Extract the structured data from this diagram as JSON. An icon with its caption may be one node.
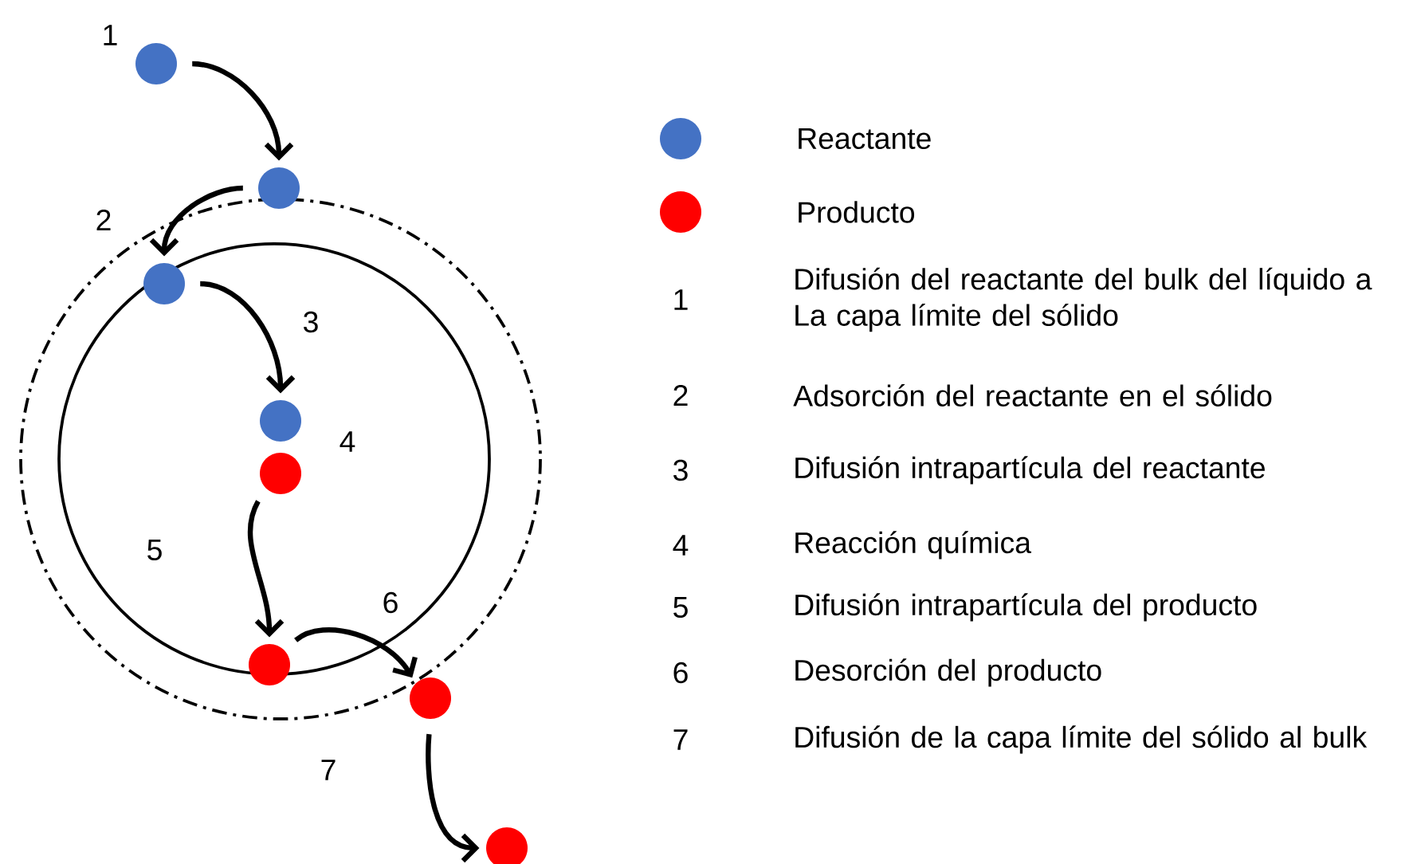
{
  "diagram": {
    "nodes": [
      {
        "text": [],
        "shape": "circle"
      },
      {
        "text": [],
        "shape": "circle"
      },
      {
        "text": [],
        "shape": "circle"
      },
      {
        "text": [],
        "shape": "circle"
      },
      {
        "text": [],
        "shape": "circle"
      },
      {
        "text": [],
        "shape": "circle"
      },
      {
        "text": [],
        "shape": "circle"
      },
      {
        "text": [],
        "shape": "circle"
      }
    ],
    "edges": [
      {
        "from": 0,
        "to": 1,
        "arrow": "to",
        "label": "1"
      },
      {
        "from": 1,
        "to": 2,
        "arrow": "to",
        "label": "2"
      },
      {
        "from": 2,
        "to": 3,
        "arrow": "to",
        "label": "3"
      },
      {
        "from": 4,
        "to": 5,
        "arrow": "to",
        "label": "5"
      },
      {
        "from": 5,
        "to": 6,
        "arrow": "to",
        "label": "6"
      },
      {
        "from": 6,
        "to": 7,
        "arrow": "to",
        "label": "7"
      }
    ],
    "labels": [
      "4",
      "1",
      "Difusión del reactante del bulk del líquido a La capa límite del sólido",
      "2",
      "Adsorción del reactante en el sólido",
      "3",
      "Difusión intrapartícula del reactante",
      "4",
      "Reacción química",
      "5",
      "Difusión intrapartícula del producto",
      "6",
      "Desorción del producto",
      "7",
      "Difusión de la capa límite del sólido al bulk"
    ],
    "legend": [
      {
        "text": "Reactante",
        "color": "#4472c4"
      },
      {
        "text": "Producto",
        "color": "#ff0000"
      }
    ]
  }
}
